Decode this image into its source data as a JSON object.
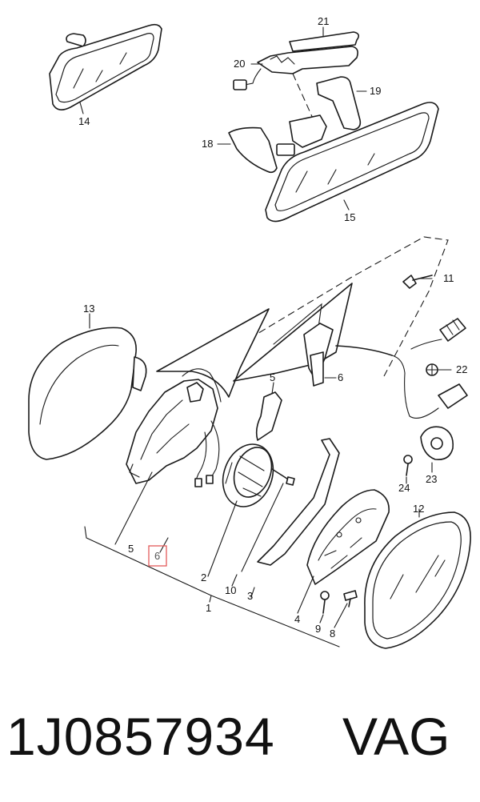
{
  "callouts": {
    "c1": "1",
    "c2": "2",
    "c3": "3",
    "c4": "4",
    "c5a": "5",
    "c5b": "5",
    "c6a": "6",
    "c6b": "6",
    "c8": "8",
    "c9": "9",
    "c10": "10",
    "c11": "11",
    "c12": "12",
    "c13": "13",
    "c14": "14",
    "c15": "15",
    "c18": "18",
    "c19": "19",
    "c20": "20",
    "c21": "21",
    "c22": "22",
    "c23": "23",
    "c24": "24"
  },
  "footer": {
    "part_number": "1J0857934",
    "brand": "VAG"
  },
  "colors": {
    "line": "#1a1a1a",
    "highlight": "#e35a5a"
  }
}
